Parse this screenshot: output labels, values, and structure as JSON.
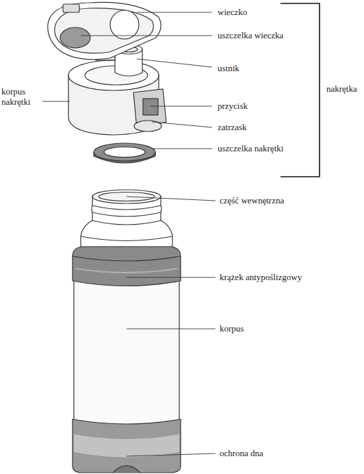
{
  "diagram": {
    "labels": [
      "wieczko",
      "uszczelka wieczka",
      "ustnik",
      "korpus nakrętki",
      "przycisk",
      "zatrzask",
      "uszczelka nakrętki",
      "nakrętka",
      "część wewnętrzna",
      "krążek antypoślizgowy",
      "korpus",
      "ochrona dna"
    ]
  }
}
